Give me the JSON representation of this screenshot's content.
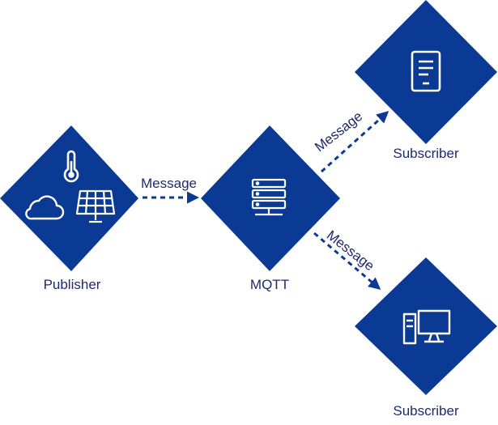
{
  "colors": {
    "node_fill": "#0a3a93",
    "icon_stroke": "#ffffff",
    "label_text": "#1f2a6e",
    "arrow": "#0a3a93"
  },
  "nodes": {
    "publisher": {
      "label": "Publisher",
      "icons": [
        "thermometer-icon",
        "cloud-icon",
        "solar-panel-icon"
      ]
    },
    "broker": {
      "label": "MQTT",
      "icons": [
        "server-icon"
      ]
    },
    "subscriber_top": {
      "label": "Subscriber",
      "icons": [
        "tablet-icon"
      ]
    },
    "subscriber_bottom": {
      "label": "Subscriber",
      "icons": [
        "desktop-computer-icon"
      ]
    }
  },
  "edges": [
    {
      "from": "publisher",
      "to": "broker",
      "label": "Message"
    },
    {
      "from": "broker",
      "to": "subscriber_top",
      "label": "Message"
    },
    {
      "from": "broker",
      "to": "subscriber_bottom",
      "label": "Message"
    }
  ]
}
